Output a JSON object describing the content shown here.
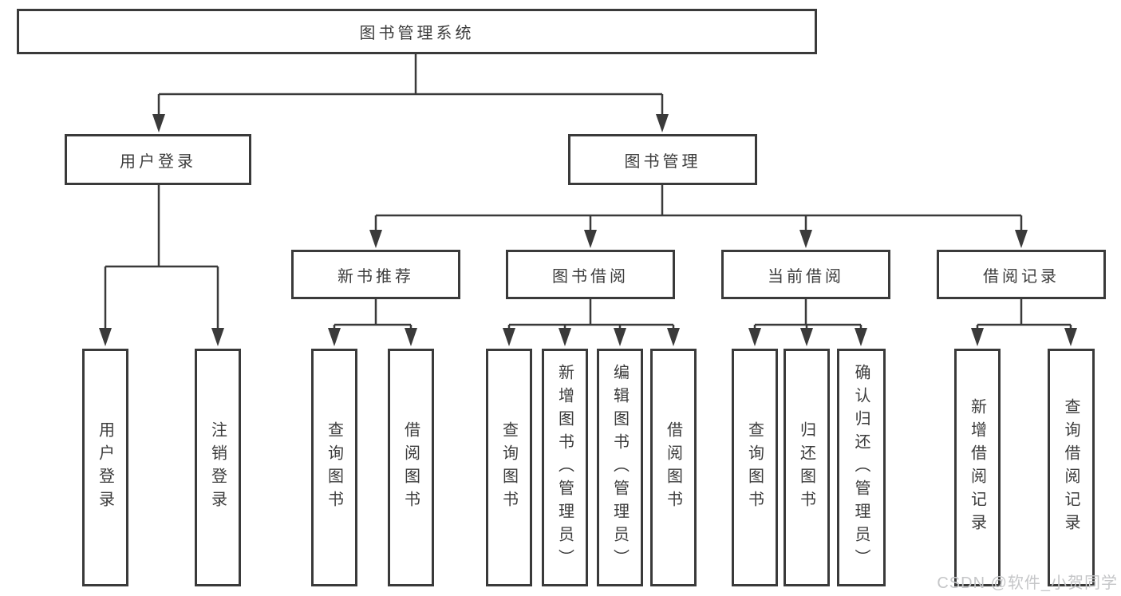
{
  "title": "图书管理系统",
  "watermark": "CSDN @软件_小贺同学",
  "colors": {
    "line": "#3a3a3a",
    "text": "#3c3c3c",
    "background": "#ffffff",
    "watermark": "#c5c6c8"
  },
  "nodes": {
    "root": "图书管理系统",
    "level1": [
      {
        "label": "用户登录"
      },
      {
        "label": "图书管理"
      }
    ],
    "level2": [
      {
        "label": "新书推荐"
      },
      {
        "label": "图书借阅"
      },
      {
        "label": "当前借阅"
      },
      {
        "label": "借阅记录"
      }
    ],
    "leaves": {
      "user_login": [
        "用户登录",
        "注销登录"
      ],
      "new_book_recommend": [
        "查询图书",
        "借阅图书"
      ],
      "book_borrow": [
        "查询图书",
        "新增图书（管理员）",
        "编辑图书（管理员）",
        "借阅图书"
      ],
      "current_borrow": [
        "查询图书",
        "归还图书",
        "确认归还（管理员）"
      ],
      "borrow_records": [
        "新增借阅记录",
        "查询借阅记录"
      ]
    }
  }
}
